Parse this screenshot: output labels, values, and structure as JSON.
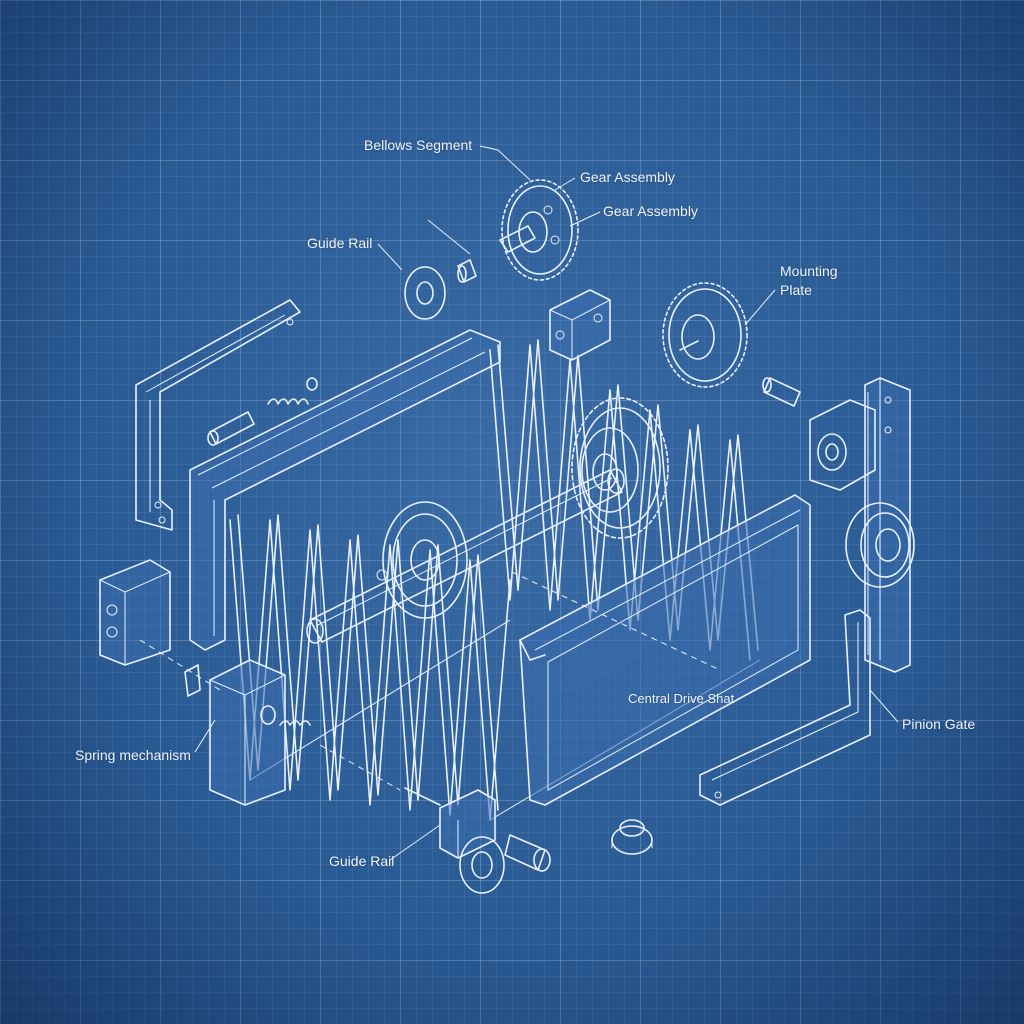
{
  "labels": {
    "bellows_segment": "Bellows Segment",
    "gear_assembly_1": "Gear Assembly",
    "gear_assembly_2": "Gear Assembly",
    "guide_rail_top": "Guide Rail",
    "mounting_plate": "Mounting\nPlate",
    "central_drive_shaft": "Central Drive Shat",
    "pinion_gate": "Pinion Gate",
    "spring_mechanism": "Spring mechanism",
    "guide_rail_bottom": "Guide Rail"
  },
  "colors": {
    "background": "#2a5a93",
    "line": "#e8f1ff"
  }
}
